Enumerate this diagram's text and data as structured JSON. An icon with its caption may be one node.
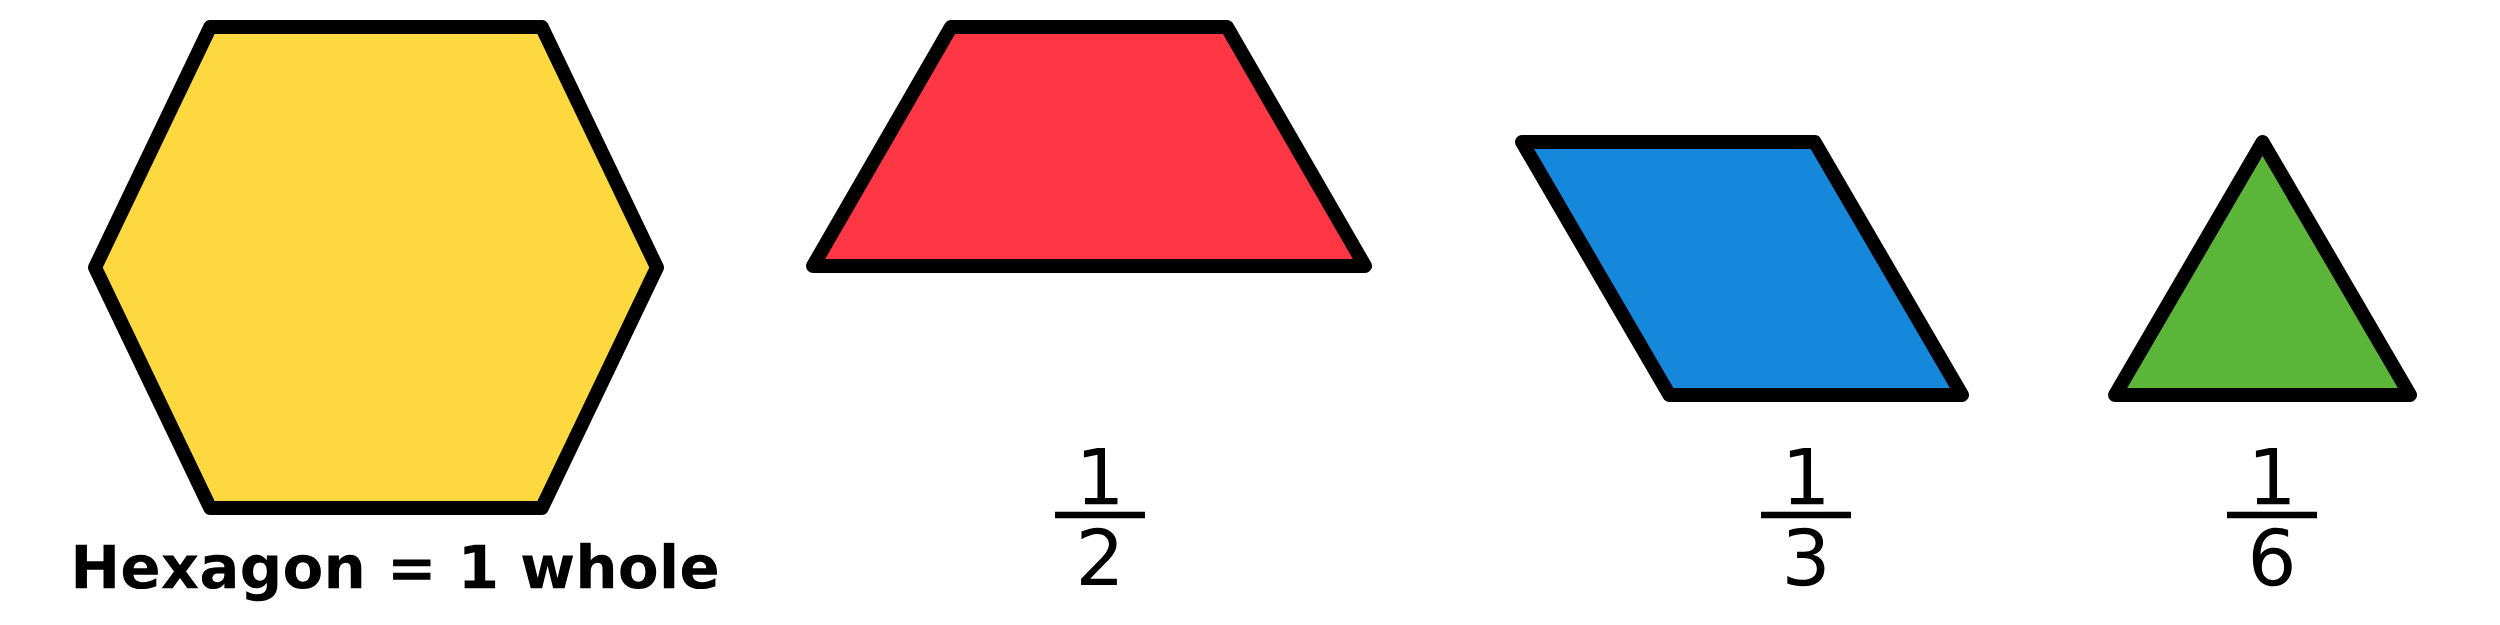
{
  "diagram": {
    "nodes": [
      {
        "text": [],
        "shape": "hexagon",
        "beside": [
          "Hexagon = 1 whole"
        ]
      },
      {
        "text": [],
        "shape": "trapezoid",
        "beside": [
          "1",
          "2"
        ]
      },
      {
        "text": [],
        "shape": "parallelogram",
        "beside": [
          "1",
          "3"
        ]
      },
      {
        "text": [],
        "shape": "triangle",
        "beside": [
          "1",
          "6"
        ]
      }
    ]
  }
}
